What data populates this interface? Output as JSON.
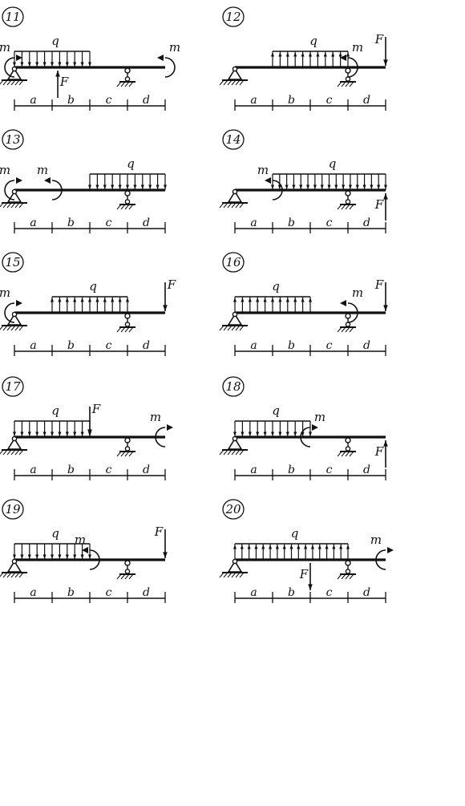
{
  "labels": {
    "distributed_load": "q",
    "moment": "m",
    "force": "F"
  },
  "span_labels": [
    "a",
    "b",
    "c",
    "d"
  ],
  "colors": {
    "ink": "#111111",
    "paper": "#ffffff"
  },
  "problems": [
    {
      "number": "11",
      "q": [
        {
          "from": 0,
          "to": 2,
          "dir": "down"
        }
      ],
      "moments": [
        {
          "at": 0,
          "side": "right",
          "label_side": "left"
        },
        {
          "at": 4,
          "side": "left",
          "label_side": "right"
        }
      ],
      "forces": [
        {
          "at": 1.15,
          "dir": "up",
          "below": true,
          "label_side": "right"
        }
      ],
      "support": "c"
    },
    {
      "number": "12",
      "q": [
        {
          "from": 1,
          "to": 3,
          "dir": "up"
        }
      ],
      "moments": [
        {
          "at": 3,
          "side": "left",
          "label_side": "right"
        }
      ],
      "forces": [
        {
          "at": 4,
          "dir": "down",
          "below": false,
          "label_side": "left"
        }
      ],
      "support": "c"
    },
    {
      "number": "13",
      "q": [
        {
          "from": 2,
          "to": 4,
          "dir": "down"
        }
      ],
      "moments": [
        {
          "at": 0,
          "side": "right",
          "label_side": "left"
        },
        {
          "at": 1,
          "side": "left",
          "label_side": "left"
        }
      ],
      "forces": [],
      "support": "c"
    },
    {
      "number": "14",
      "q": [
        {
          "from": 1,
          "to": 4,
          "dir": "down"
        }
      ],
      "moments": [
        {
          "at": 1,
          "side": "left",
          "label_side": "left"
        }
      ],
      "forces": [
        {
          "at": 4,
          "dir": "up",
          "below": true,
          "label_side": "left"
        }
      ],
      "support": "c"
    },
    {
      "number": "15",
      "q": [
        {
          "from": 1,
          "to": 3,
          "dir": "up"
        }
      ],
      "moments": [
        {
          "at": 0,
          "side": "right",
          "label_side": "left"
        }
      ],
      "forces": [
        {
          "at": 4,
          "dir": "down",
          "below": false,
          "label_side": "right"
        }
      ],
      "support": "c"
    },
    {
      "number": "16",
      "q": [
        {
          "from": 0,
          "to": 2,
          "dir": "up"
        }
      ],
      "moments": [
        {
          "at": 3,
          "side": "left",
          "label_side": "right"
        }
      ],
      "forces": [
        {
          "at": 4,
          "dir": "down",
          "below": false,
          "label_side": "left"
        }
      ],
      "support": "c"
    },
    {
      "number": "17",
      "q": [
        {
          "from": 0,
          "to": 2,
          "dir": "down"
        }
      ],
      "moments": [
        {
          "at": 4,
          "side": "right",
          "label_side": "left"
        }
      ],
      "forces": [
        {
          "at": 2,
          "dir": "down",
          "below": false,
          "label_side": "right"
        }
      ],
      "support": "c"
    },
    {
      "number": "18",
      "q": [
        {
          "from": 0,
          "to": 2,
          "dir": "down"
        }
      ],
      "moments": [
        {
          "at": 2,
          "side": "right",
          "label_side": "right"
        }
      ],
      "forces": [
        {
          "at": 4,
          "dir": "up",
          "below": true,
          "label_side": "left"
        }
      ],
      "support": "c"
    },
    {
      "number": "19",
      "q": [
        {
          "from": 0,
          "to": 2,
          "dir": "down"
        }
      ],
      "moments": [
        {
          "at": 2,
          "side": "left",
          "label_side": "left"
        }
      ],
      "forces": [
        {
          "at": 4,
          "dir": "down",
          "below": false,
          "label_side": "left"
        }
      ],
      "support": "c"
    },
    {
      "number": "20",
      "q": [
        {
          "from": 0,
          "to": 3,
          "dir": "up"
        }
      ],
      "moments": [
        {
          "at": 4,
          "side": "right",
          "label_side": "left"
        }
      ],
      "forces": [
        {
          "at": 2,
          "dir": "down",
          "below": true,
          "label_side": "left"
        }
      ],
      "support": "c"
    }
  ]
}
